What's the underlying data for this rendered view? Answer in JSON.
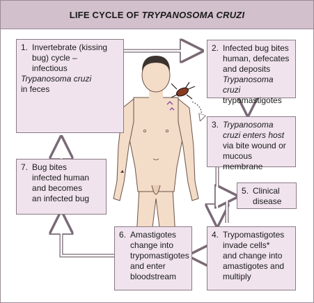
{
  "title": {
    "prefix": "LIFE CYCLE OF ",
    "italic": "TRYPANOSOMA CRUZI"
  },
  "steps": [
    {
      "num": "1.",
      "text": [
        "Invertebrate (kissing",
        "bug) cycle –",
        "infectious",
        "Trypanosoma cruzi",
        "in feces"
      ]
    },
    {
      "num": "2.",
      "text": [
        "Infected bug bites",
        "human, defecates",
        "and deposits",
        "Trypanosoma cruzi",
        "trypomastigotes"
      ]
    },
    {
      "num": "3.",
      "text": [
        "Trypanosoma",
        "cruzi enters host",
        "via bite wound or",
        "mucous membrane"
      ]
    },
    {
      "num": "4.",
      "text": [
        "Trypomastigotes",
        "invade cells*",
        "and change into",
        "amastigotes and",
        "multiply"
      ]
    },
    {
      "num": "5.",
      "text": [
        "Clinical",
        "disease"
      ]
    },
    {
      "num": "6.",
      "text": [
        "Amastigotes",
        "change into",
        "trypomastigotes",
        "and enter",
        "bloodstream"
      ]
    },
    {
      "num": "7.",
      "text": [
        "Bug bites",
        "infected human",
        "and becomes",
        "an infected bug"
      ]
    }
  ],
  "colors": {
    "box_fill": "#f0e3ee",
    "box_border": "#8a7a86",
    "title_fill": "#d2c0cc",
    "skin": "#f3dcc8",
    "hair": "#3b3330"
  }
}
